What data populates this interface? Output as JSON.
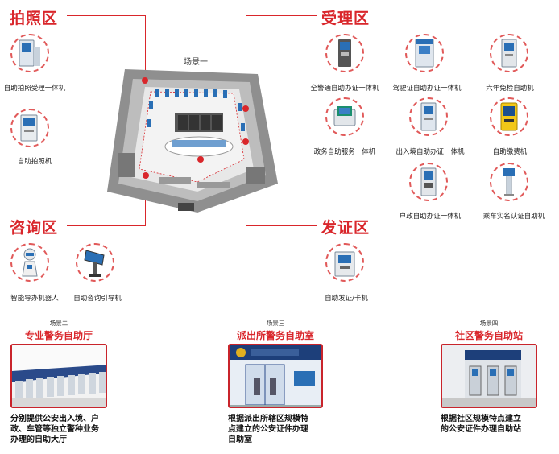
{
  "zones": {
    "photo": "拍照区",
    "accept": "受理区",
    "consult": "咨询区",
    "issue": "发证区"
  },
  "scene_main": "场景一",
  "photo_zone_items": [
    "自助拍照受理一体机",
    "自助拍照机"
  ],
  "accept_zone_items": [
    "全警通自助办证一体机",
    "驾驶证自助办证一体机",
    "六年免检自助机",
    "政务自助服务一体机",
    "出入境自助办证一体机",
    "自助缴费机",
    "户政自助办证一体机",
    "乘车实名认证自助机"
  ],
  "consult_zone_items": [
    "智能导办机器人",
    "自助咨询引导机"
  ],
  "issue_zone_items": [
    "自助发证/卡机"
  ],
  "scenes": [
    {
      "tag": "场景二",
      "title": "专业警务自助厅",
      "desc": [
        "分别提供公安出入境、户",
        "政、车管等独立警种业务",
        "办理的自助大厅"
      ]
    },
    {
      "tag": "场景三",
      "title": "派出所警务自助室",
      "desc": [
        "根据派出所辖区规模特",
        "点建立的公安证件办理",
        "自助室"
      ]
    },
    {
      "tag": "场景四",
      "title": "社区警务自助站",
      "desc": [
        "根据社区规模特点建立",
        "的公安证件办理自助站"
      ]
    }
  ],
  "colors": {
    "accent": "#d9262b",
    "kiosk_blue": "#2a6fb5"
  }
}
